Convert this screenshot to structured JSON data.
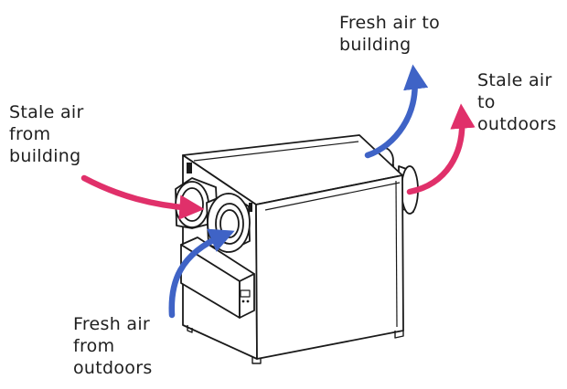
{
  "diagram": {
    "colors": {
      "stale": "#e0306a",
      "fresh": "#3f63c6",
      "outline": "#1a1a1a",
      "fill": "#ffffff"
    },
    "labels": {
      "stale_air_from_building": [
        "Stale air",
        "from",
        "building"
      ],
      "fresh_air_to_building": [
        "Fresh air to",
        "building"
      ],
      "stale_air_to_outdoors": [
        "Stale air",
        "to",
        "outdoors"
      ],
      "fresh_air_from_outdoors": [
        "Fresh air",
        "from",
        "outdoors"
      ]
    }
  }
}
